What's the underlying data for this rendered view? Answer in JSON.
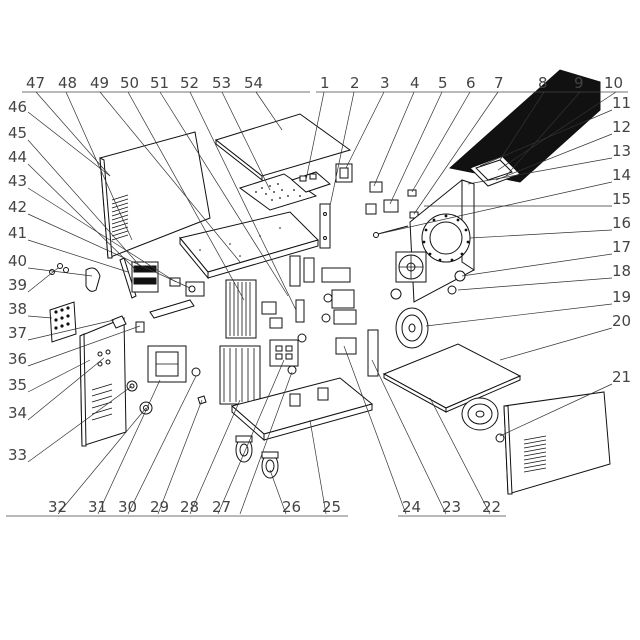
{
  "diagram": {
    "top_callouts": [
      "47",
      "48",
      "49",
      "50",
      "51",
      "52",
      "53",
      "54",
      "1",
      "2",
      "3",
      "4",
      "5",
      "6",
      "7",
      "8",
      "9",
      "10"
    ],
    "right_callouts": [
      "11",
      "12",
      "13",
      "14",
      "15",
      "16",
      "17",
      "18",
      "19",
      "20",
      "21"
    ],
    "left_callouts": [
      "46",
      "45",
      "44",
      "43",
      "42",
      "41",
      "40",
      "39",
      "38",
      "37",
      "36",
      "35",
      "34",
      "33"
    ],
    "bottom_callouts": [
      "32",
      "31",
      "30",
      "29",
      "28",
      "27",
      "26",
      "25",
      "24",
      "23",
      "22"
    ]
  },
  "colors": {
    "ink": "#111111",
    "label": "#444444",
    "background": "#ffffff"
  }
}
